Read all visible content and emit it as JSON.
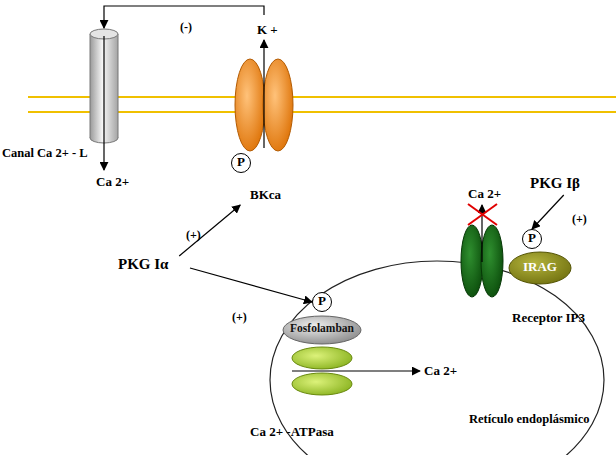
{
  "diagram": {
    "nodes": [
      {
        "text": [
          "Canal Ca 2+ - L"
        ]
      },
      {
        "text": [
          "BKca"
        ]
      },
      {
        "text": [
          "P"
        ]
      },
      {
        "text": [
          "PKG Iα"
        ]
      },
      {
        "text": [
          "PKG Iβ"
        ]
      },
      {
        "text": [
          "P"
        ]
      },
      {
        "text": [
          "Receptor IP3"
        ]
      },
      {
        "text": [
          "IRAG"
        ]
      },
      {
        "text": [
          "P"
        ]
      },
      {
        "text": [
          "Fosfolamban"
        ]
      },
      {
        "text": [
          "Ca 2+ -ATPasa"
        ]
      },
      {
        "text": [
          "Retículo endoplásmico"
        ]
      }
    ],
    "edges": [
      {
        "from": 1,
        "to": 0,
        "arrow": "to",
        "label": "(-)"
      },
      {
        "from": 3,
        "to": 1,
        "arrow": "to",
        "label": "(+)"
      },
      {
        "from": 3,
        "to": 8,
        "arrow": "to",
        "label": "(+)"
      },
      {
        "from": 4,
        "to": 5,
        "arrow": "to",
        "label": "(+)"
      }
    ],
    "labels": [
      "K +",
      "Ca 2+",
      "Ca 2+",
      "Ca 2+"
    ]
  }
}
